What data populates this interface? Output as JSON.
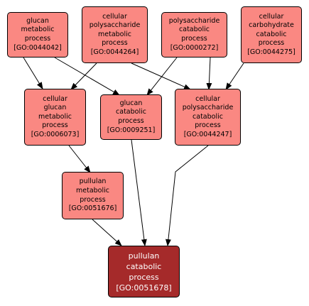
{
  "nodes": {
    "go0044042": [
      "glucan",
      "metabolic",
      "process",
      "[GO:0044042]"
    ],
    "go0044264": [
      "cellular",
      "polysaccharide",
      "metabolic",
      "process",
      "[GO:0044264]"
    ],
    "go0000272": [
      "polysaccharide",
      "catabolic",
      "process",
      "[GO:0000272]"
    ],
    "go0044275": [
      "cellular",
      "carbohydrate",
      "catabolic",
      "process",
      "[GO:0044275]"
    ],
    "go0006073": [
      "cellular",
      "glucan",
      "metabolic",
      "process",
      "[GO:0006073]"
    ],
    "go0009251": [
      "glucan",
      "catabolic",
      "process",
      "[GO:0009251]"
    ],
    "go0044247": [
      "cellular",
      "polysaccharide",
      "catabolic",
      "process",
      "[GO:0044247]"
    ],
    "go0051676": [
      "pullulan",
      "metabolic",
      "process",
      "[GO:0051676]"
    ],
    "go0051678": [
      "pullulan",
      "catabolic",
      "process",
      "[GO:0051678]"
    ]
  },
  "colors": {
    "node_fill": "#fa8882",
    "target_fill": "#a52a2a",
    "edge": "#000000"
  }
}
